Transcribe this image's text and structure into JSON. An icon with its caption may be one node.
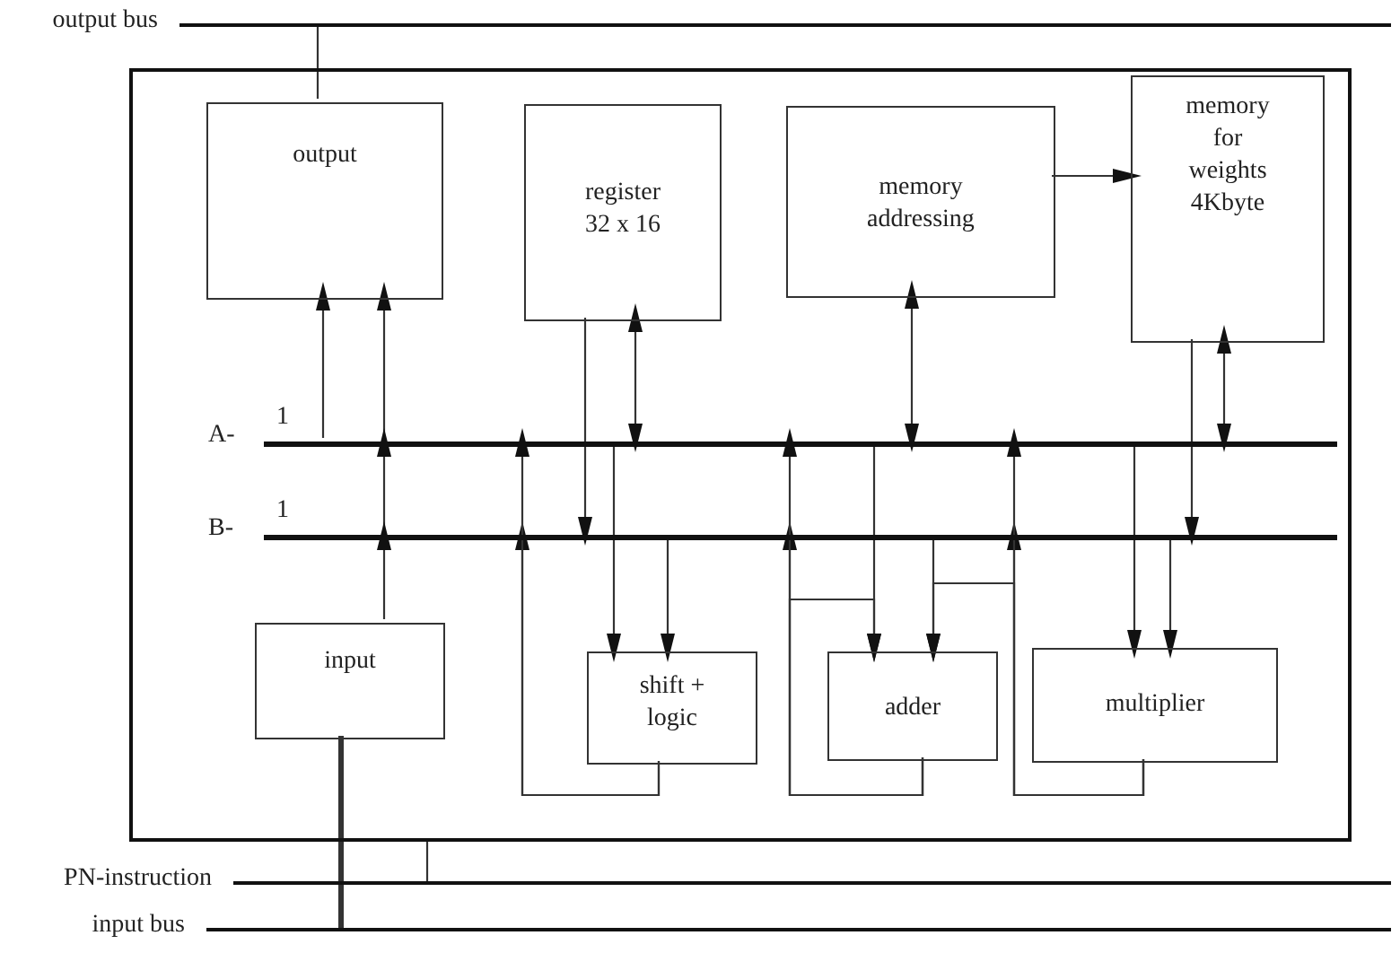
{
  "diagram": {
    "nodes": [
      {
        "text": [],
        "shape": "box"
      },
      {
        "text": [
          "output"
        ],
        "in": 0
      },
      {
        "text": [
          "register 32 x 16"
        ],
        "in": 0
      },
      {
        "text": [
          "memory addressing"
        ],
        "in": 0
      },
      {
        "text": [
          "memory for weights 4Kbyte"
        ],
        "in": 0
      },
      {
        "text": [],
        "shape": "bar",
        "in": 0,
        "beside": [
          "A-",
          "1"
        ]
      },
      {
        "text": [],
        "shape": "bar",
        "in": 0,
        "beside": [
          "B-",
          "1"
        ]
      },
      {
        "text": [
          "input"
        ],
        "in": 0
      },
      {
        "text": [
          "shift + logic"
        ],
        "in": 0
      },
      {
        "text": [
          "adder"
        ],
        "in": 0
      },
      {
        "text": [
          "multiplier"
        ],
        "in": 0
      },
      {
        "text": [],
        "shape": "bar",
        "beside": [
          "output bus"
        ]
      },
      {
        "text": [],
        "shape": "bar",
        "beside": [
          "PN-instruction"
        ]
      },
      {
        "text": [],
        "shape": "bar",
        "beside": [
          "input bus"
        ]
      }
    ],
    "edges": [
      {
        "from": 1,
        "to": 11,
        "arrow": "none"
      },
      {
        "from": 5,
        "to": 1,
        "arrow": "to"
      },
      {
        "from": 5,
        "to": 1,
        "arrow": "to"
      },
      {
        "from": 6,
        "to": 5,
        "arrow": "to"
      },
      {
        "from": 7,
        "to": 6,
        "arrow": "to"
      },
      {
        "from": 13,
        "to": 7,
        "arrow": "none",
        "style": "thick"
      },
      {
        "from": 12,
        "to": 0,
        "arrow": "none"
      },
      {
        "from": 2,
        "to": 6,
        "arrow": "to"
      },
      {
        "from": 2,
        "to": 5,
        "arrow": "both"
      },
      {
        "from": 5,
        "to": 8,
        "arrow": "to"
      },
      {
        "from": 6,
        "to": 8,
        "arrow": "to"
      },
      {
        "from": 8,
        "to": 6,
        "arrow": "to"
      },
      {
        "from": 8,
        "to": 5,
        "arrow": "to"
      },
      {
        "from": 3,
        "to": 5,
        "arrow": "both"
      },
      {
        "from": 3,
        "to": 4,
        "arrow": "to"
      },
      {
        "from": 5,
        "to": 9,
        "arrow": "to"
      },
      {
        "from": 6,
        "to": 9,
        "arrow": "to"
      },
      {
        "from": 9,
        "to": 6,
        "arrow": "to"
      },
      {
        "from": 9,
        "to": 5,
        "arrow": "to"
      },
      {
        "from": 9,
        "to": 9,
        "arrow": "to"
      },
      {
        "from": 10,
        "to": 6,
        "arrow": "to"
      },
      {
        "from": 10,
        "to": 5,
        "arrow": "to"
      },
      {
        "from": 10,
        "to": 9,
        "arrow": "to"
      },
      {
        "from": 4,
        "to": 6,
        "arrow": "to"
      },
      {
        "from": 4,
        "to": 5,
        "arrow": "both"
      },
      {
        "from": 5,
        "to": 10,
        "arrow": "to"
      },
      {
        "from": 6,
        "to": 10,
        "arrow": "to"
      }
    ]
  }
}
